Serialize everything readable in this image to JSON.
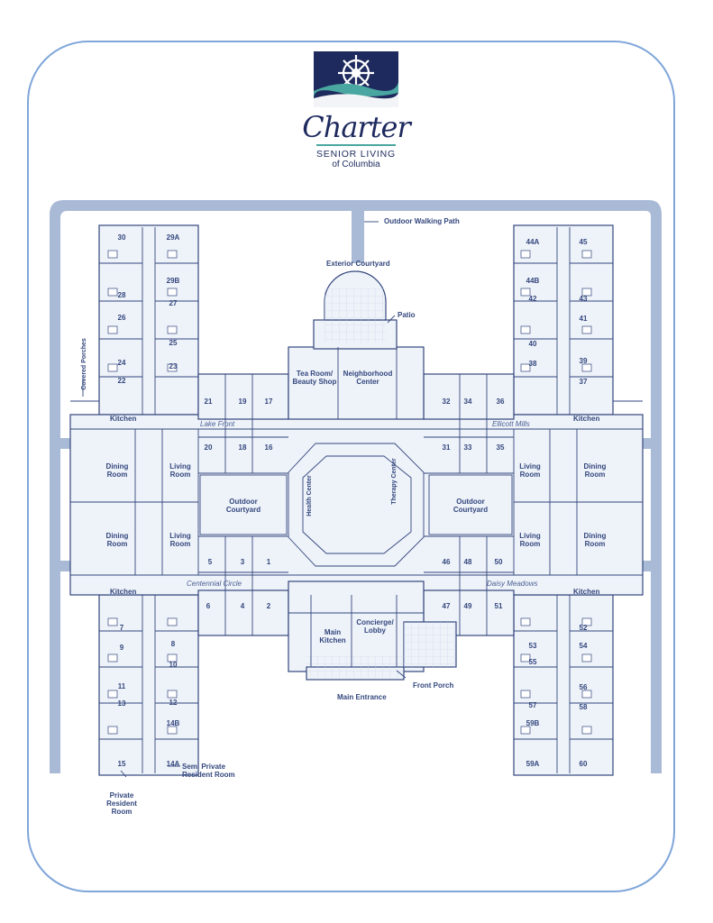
{
  "brand": {
    "name": "Charter",
    "subtitle": "SENIOR LIVING",
    "location": "of Columbia"
  },
  "colors": {
    "frame": "#7fa6d9",
    "walkway": "#a9bad6",
    "floor": "#eef2f9",
    "line": "#33477d",
    "logo_bg": "#1e2a5e",
    "logo_wave": "#4aa6a0"
  },
  "labels": {
    "outdoor_walking_path": "Outdoor Walking Path",
    "exterior_courtyard": "Exterior Courtyard",
    "patio": "Patio",
    "tea_room": "Tea Room/ Beauty Shop",
    "neighborhood_center": "Neighborhood Center",
    "covered_porches": "Covered Porches",
    "lake_front": "Lake Front",
    "ellicott_mills": "Ellicott Mills",
    "centennial_circle": "Centennial Circle",
    "daisy_meadows": "Daisy Meadows",
    "kitchen": "Kitchen",
    "dining_room": "Dining Room",
    "living_room": "Living Room",
    "outdoor_courtyard": "Outdoor Courtyard",
    "health_center": "Health Center",
    "therapy_center": "Therapy Center",
    "main_kitchen": "Main Kitchen",
    "concierge_lobby": "Concierge/ Lobby",
    "front_porch": "Front Porch",
    "main_entrance": "Main Entrance",
    "semi_private": "Semi Private Resident Room",
    "private": "Private Resident Room"
  },
  "rooms": {
    "left_wing_outer": [
      "30",
      "28",
      "26",
      "24",
      "22"
    ],
    "left_wing_inner": [
      "29A",
      "29B",
      "27",
      "25",
      "23"
    ],
    "left_lower_outer": [
      "7",
      "9",
      "11",
      "13",
      "15"
    ],
    "left_lower_inner": [
      "8",
      "10",
      "12",
      "14B",
      "14A"
    ],
    "right_wing_inner": [
      "44A",
      "44B",
      "42",
      "40",
      "38"
    ],
    "right_wing_outer": [
      "45",
      "43",
      "41",
      "39",
      "37"
    ],
    "right_lower_inner": [
      "53",
      "55",
      "57",
      "59B",
      "59A"
    ],
    "right_lower_outer": [
      "52",
      "54",
      "56",
      "58",
      "60"
    ],
    "upper_left_row1": [
      "21",
      "19",
      "17"
    ],
    "upper_left_row2": [
      "20",
      "18",
      "16"
    ],
    "lower_left_row1": [
      "5",
      "3",
      "1"
    ],
    "lower_left_row2": [
      "6",
      "4",
      "2"
    ],
    "upper_right_row1": [
      "32",
      "34",
      "36"
    ],
    "upper_right_row2": [
      "31",
      "33",
      "35"
    ],
    "lower_right_row1": [
      "46",
      "48",
      "50"
    ],
    "lower_right_row2": [
      "47",
      "49",
      "51"
    ]
  }
}
